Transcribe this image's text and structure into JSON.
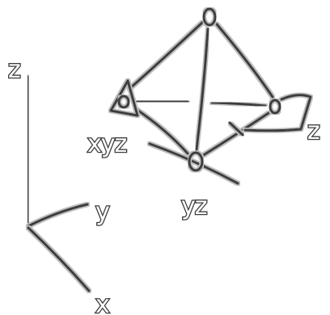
{
  "axes": {
    "z_label": "z",
    "y_label": "y",
    "x_label": "x"
  },
  "vertices": {
    "top": {
      "label": "0"
    },
    "left": {
      "label": "0"
    },
    "right": {
      "label": "0"
    },
    "front": {
      "label": "0"
    }
  },
  "labels": {
    "left_vertex": "xyz",
    "right_vertex": "z",
    "front_vertex": "yz"
  }
}
